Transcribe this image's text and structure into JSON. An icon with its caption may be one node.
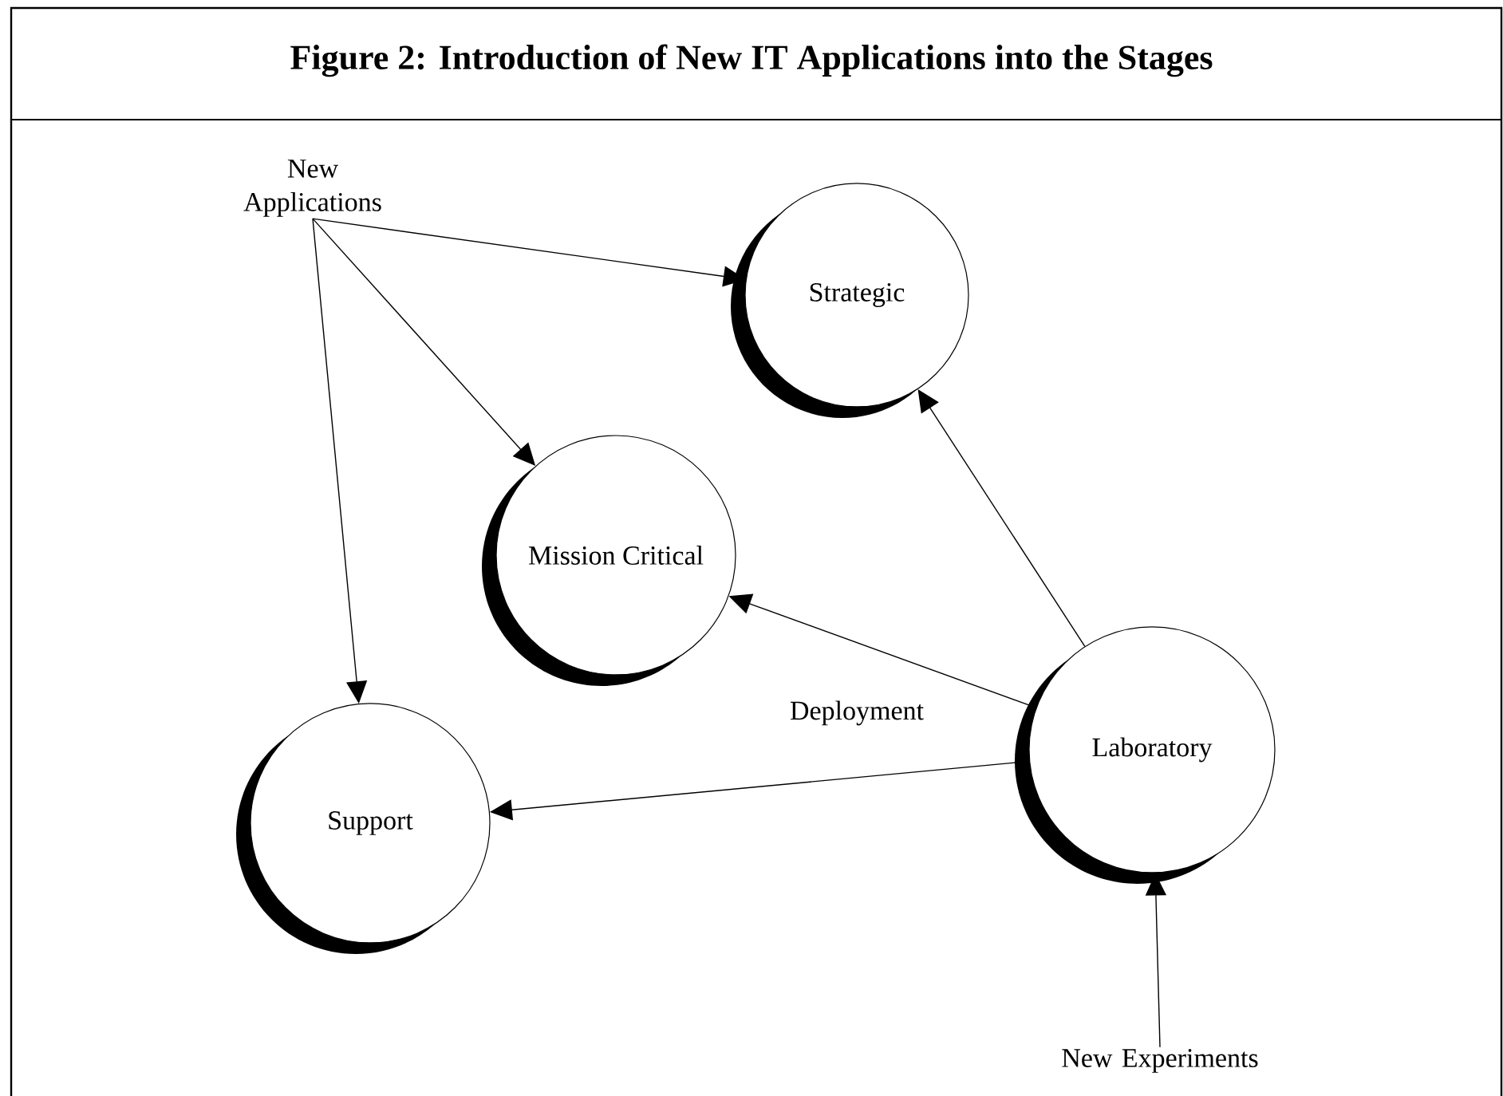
{
  "diagram": {
    "title": "Figure 2: Introduction of New IT Applications into the Stages",
    "nodes": [
      {
        "text": [
          "New Applications"
        ]
      },
      {
        "text": [
          "Strategic"
        ]
      },
      {
        "text": [
          "Mission Critical"
        ]
      },
      {
        "text": [
          "Support"
        ]
      },
      {
        "text": [
          "Laboratory"
        ]
      },
      {
        "text": [
          "New Experiments"
        ]
      }
    ],
    "edges": [
      {
        "from": 0,
        "to": 1,
        "arrow": "to"
      },
      {
        "from": 0,
        "to": 2,
        "arrow": "to"
      },
      {
        "from": 0,
        "to": 3,
        "arrow": "to"
      },
      {
        "from": 4,
        "to": 1,
        "arrow": "to"
      },
      {
        "from": 4,
        "to": 2,
        "arrow": "to",
        "label": "Deployment"
      },
      {
        "from": 4,
        "to": 3,
        "arrow": "to"
      },
      {
        "from": 5,
        "to": 4,
        "arrow": "to"
      }
    ]
  }
}
